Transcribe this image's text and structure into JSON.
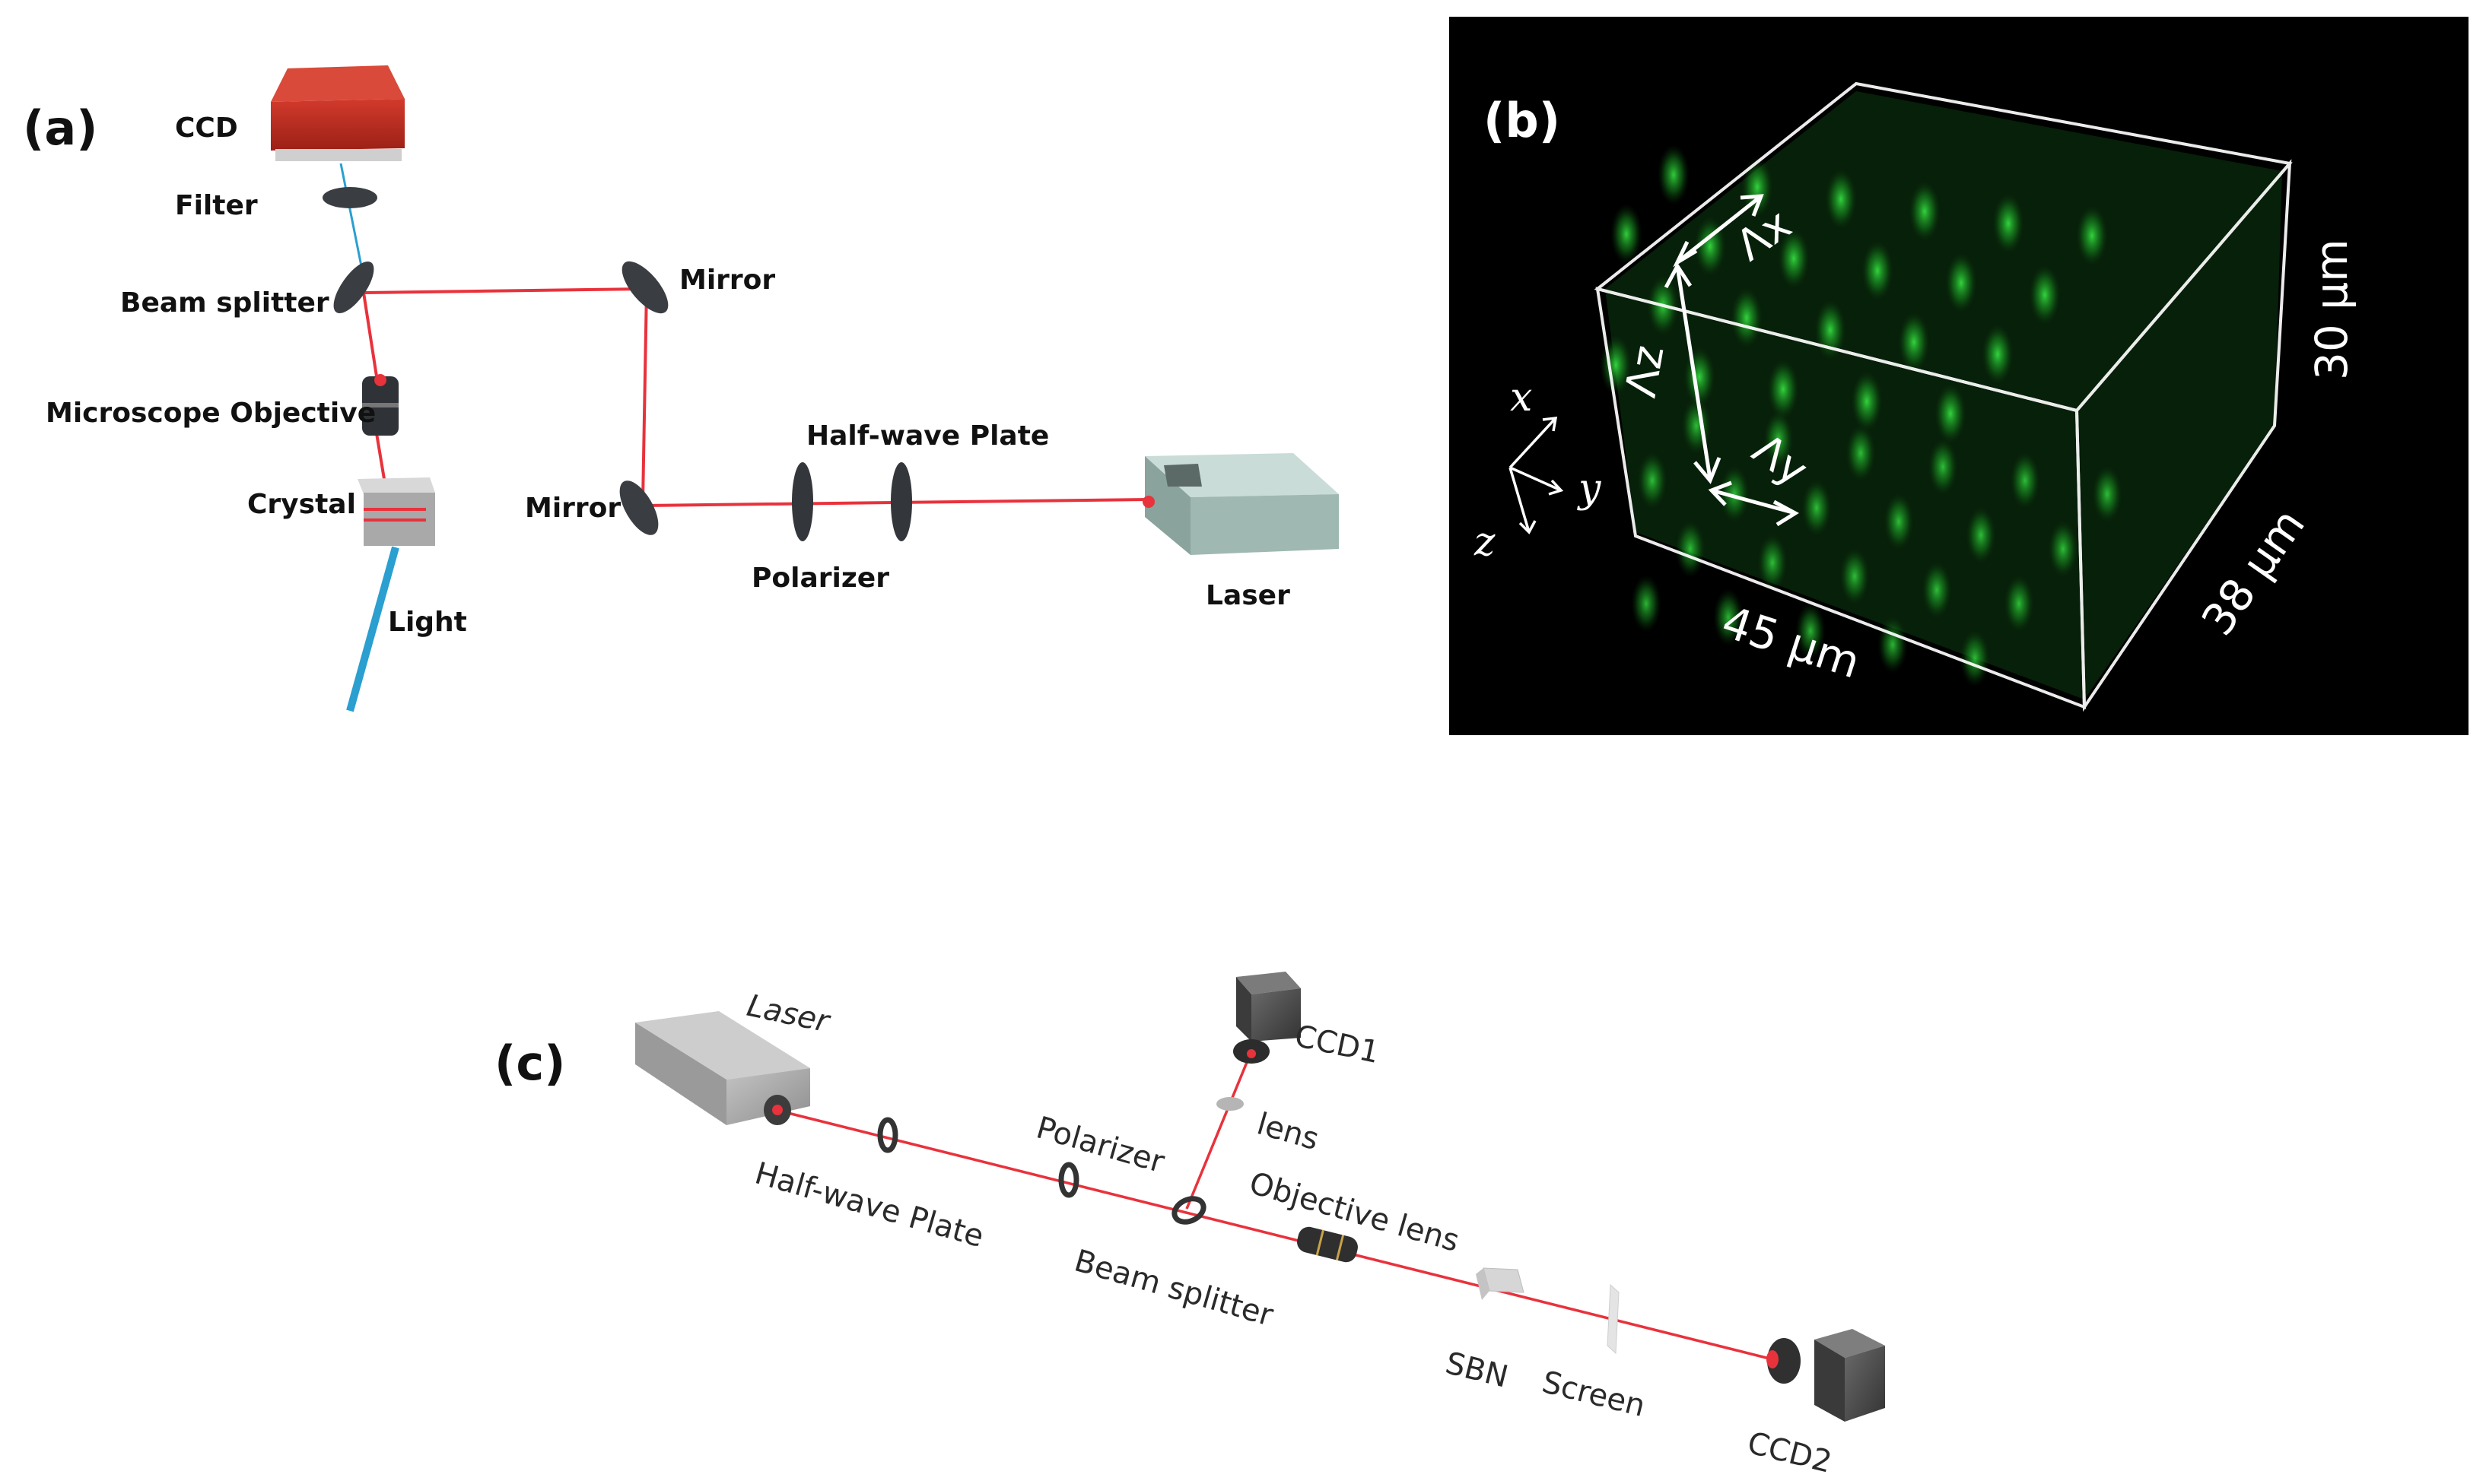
{
  "panels": {
    "a": {
      "label": "(a)",
      "components": {
        "ccd": "CCD",
        "filter": "Filter",
        "beam_splitter": "Beam splitter",
        "mirror_top": "Mirror",
        "microscope_objective": "Microscope Objective",
        "half_wave_plate": "Half-wave Plate",
        "crystal": "Crystal",
        "mirror_bottom": "Mirror",
        "polarizer": "Polarizer",
        "laser": "Laser",
        "light": "Light"
      }
    },
    "b": {
      "label": "(b)",
      "axes": {
        "x": "x",
        "y": "y",
        "z": "z"
      },
      "lambdas": {
        "x": "Λx",
        "y": "Λy",
        "z": "Λz"
      },
      "dimensions": {
        "height": "30 μm",
        "depth": "38 μm",
        "width": "45 μm"
      },
      "colors": {
        "background": "#000000",
        "lattice": "#1fbf2a",
        "frame": "#ffffff"
      }
    },
    "c": {
      "label": "(c)",
      "components": {
        "laser": "Laser",
        "ccd1": "CCD1",
        "lens": "lens",
        "polarizer": "Polarizer",
        "objective_lens": "Objective lens",
        "half_wave_plate": "Half-wave Plate",
        "beam_splitter": "Beam splitter",
        "sbn": "SBN",
        "screen": "Screen",
        "ccd2": "CCD2"
      }
    }
  },
  "colors": {
    "beam_red": "#e8323c",
    "light_blue": "#2a9fd0",
    "ccd_red": "#b5281c",
    "laser_a": "#9fb8b2",
    "laser_c": "#a8a8a8"
  }
}
